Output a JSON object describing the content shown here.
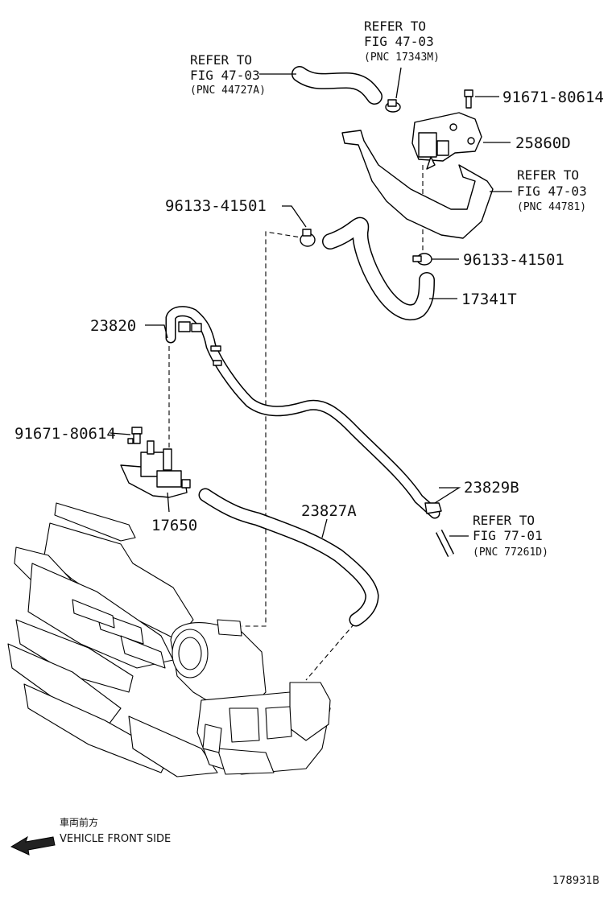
{
  "callouts": {
    "ref_44727a": {
      "line1": "REFER TO",
      "line2": "FIG 47-03",
      "pnc": "(PNC 44727A)"
    },
    "ref_17343m": {
      "line1": "REFER TO",
      "line2": "FIG 47-03",
      "pnc": "(PNC 17343M)"
    },
    "ref_44781": {
      "line1": "REFER TO",
      "line2": "FIG 47-03",
      "pnc": "(PNC 44781)"
    },
    "ref_77261d": {
      "line1": "REFER TO",
      "line2": "FIG 77-01",
      "pnc": "(PNC 77261D)"
    },
    "bolt_top": "91671-80614",
    "bracket_25860d": "25860D",
    "clamp_left": "96133-41501",
    "clamp_right": "96133-41501",
    "hose_17341t": "17341T",
    "hose_23820": "23820",
    "bolt_left": "91671-80614",
    "hose_23829b": "23829B",
    "hose_23827a": "23827A",
    "valve_17650": "17650"
  },
  "direction": {
    "japanese": "車両前方",
    "english": "VEHICLE FRONT SIDE",
    "icon": "arrow-left-icon"
  },
  "figure_id": "178931B"
}
